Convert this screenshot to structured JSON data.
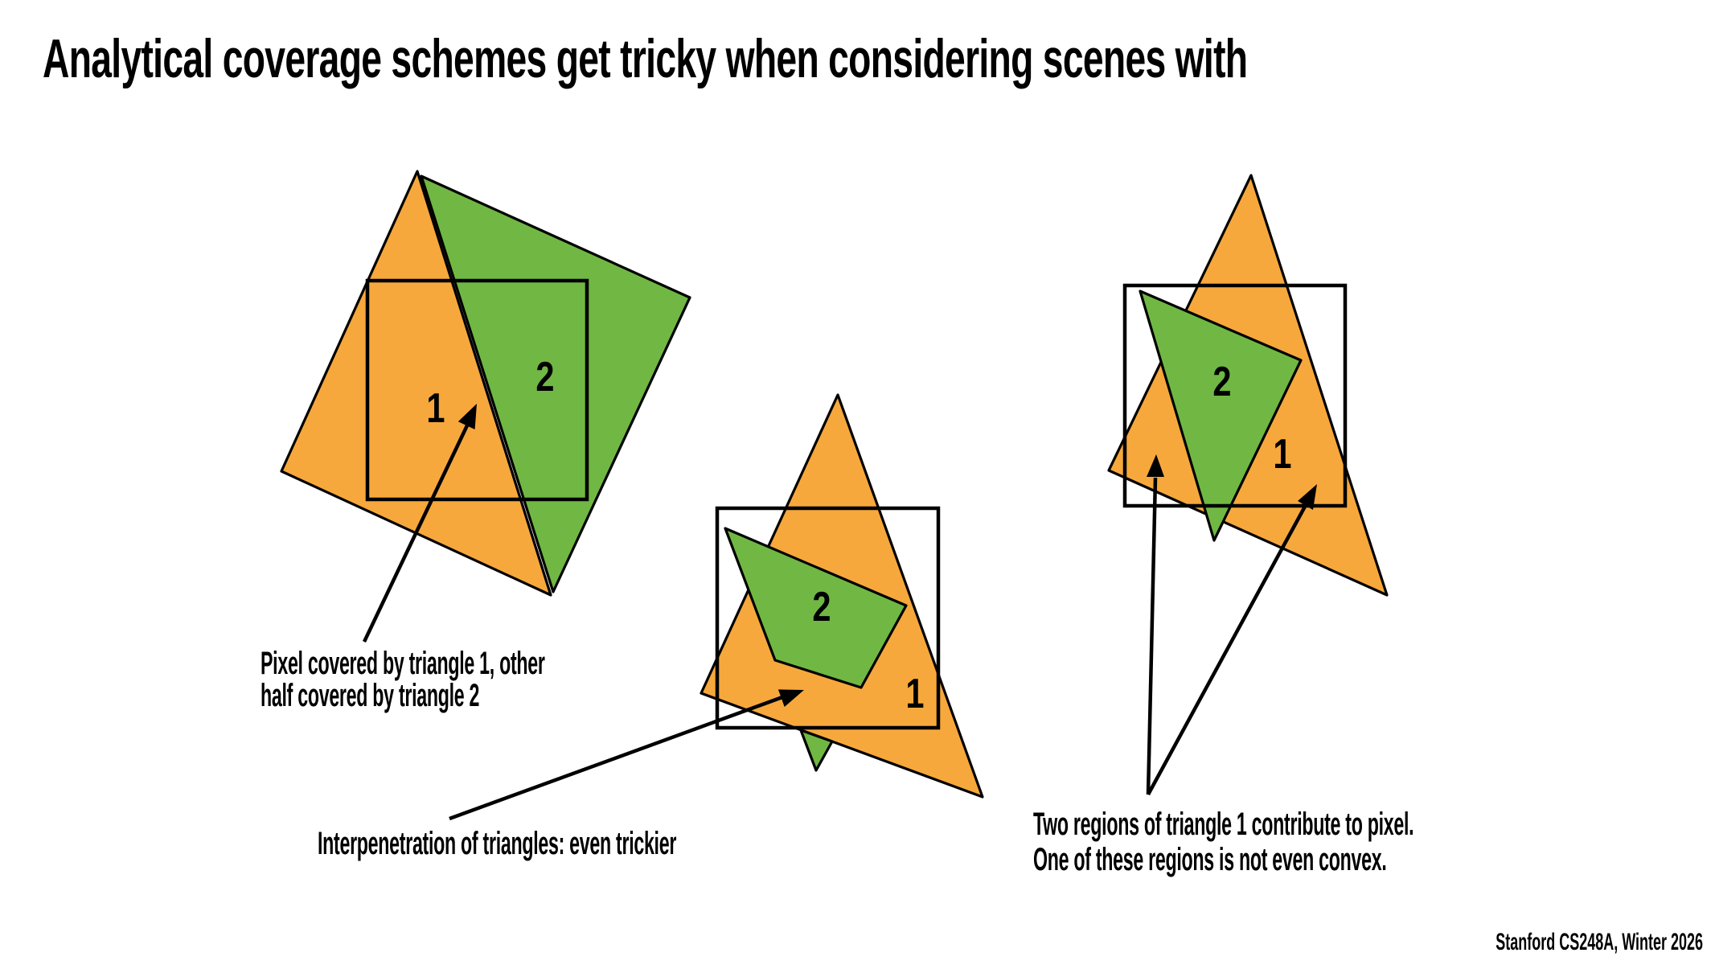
{
  "slide": {
    "title": "Analytical coverage schemes get tricky when considering scenes with",
    "footer": "Stanford CS248A, Winter 2026"
  },
  "colors": {
    "triangle1_fill": "#F7A83C",
    "triangle2_fill": "#70B843",
    "outline": "#000000",
    "background": "#FFFFFF"
  },
  "figures": {
    "left": {
      "triangle1_label": "1",
      "triangle2_label": "2",
      "caption_line1": "Pixel covered by triangle 1, other",
      "caption_line2": "half covered by triangle 2"
    },
    "middle": {
      "triangle1_label": "1",
      "triangle2_label": "2",
      "caption": "Interpenetration of triangles: even trickier"
    },
    "right": {
      "triangle1_label": "1",
      "triangle2_label": "2",
      "caption_line1": "Two regions of triangle 1 contribute to pixel.",
      "caption_line2": "One of these regions is not even convex."
    }
  }
}
